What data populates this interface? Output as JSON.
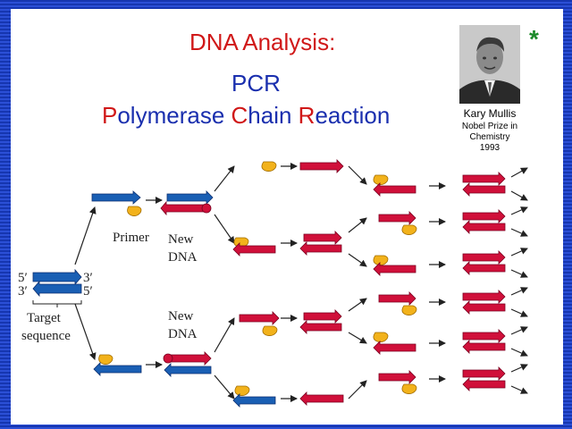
{
  "slide": {
    "title": "DNA Analysis:",
    "subtitle": "PCR",
    "expansion": {
      "parts": [
        {
          "initial": "P",
          "rest": "olymerase "
        },
        {
          "initial": "C",
          "rest": "hain "
        },
        {
          "initial": "R",
          "rest": "eaction"
        }
      ]
    }
  },
  "portrait": {
    "name": "Kary Mullis",
    "line1": "Nobel Prize in",
    "line2": "Chemistry",
    "year": "1993"
  },
  "marker": "*",
  "diagram": {
    "strand_top_label_left": "5′",
    "strand_top_label_right": "3′",
    "strand_bottom_label_left": "3′",
    "strand_bottom_label_right": "5′",
    "target_line1": "Target",
    "target_line2": "sequence",
    "primer": "Primer",
    "new_dna_top_1": "New",
    "new_dna_top_2": "DNA",
    "new_dna_bot_1": "New",
    "new_dna_bot_2": "DNA"
  },
  "colors": {
    "title_red": "#d01818",
    "title_blue": "#1a2fae",
    "strand_blue": "#1a5fb4",
    "strand_red": "#d0103a",
    "primer_yellow": "#f2b21b",
    "marker_green": "#1c8a2a"
  }
}
